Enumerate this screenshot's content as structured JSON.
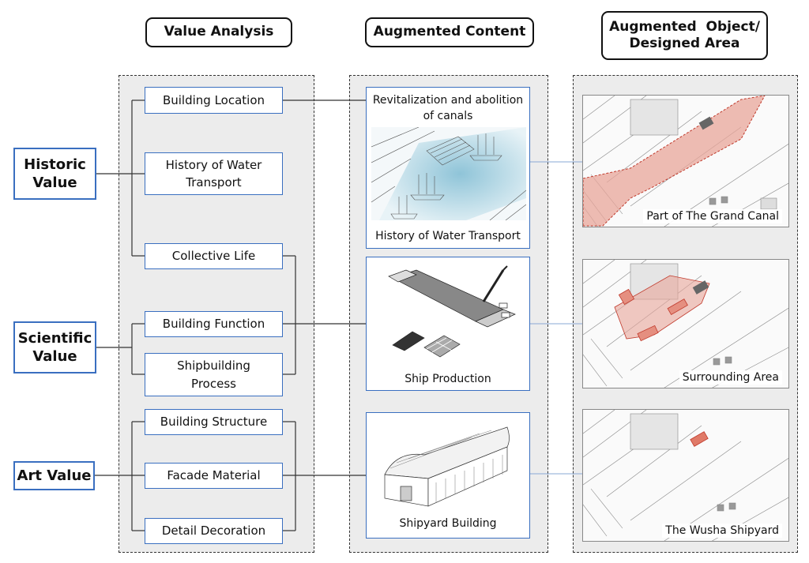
{
  "headers": {
    "value_analysis": "Value Analysis",
    "augmented_content": "Augmented Content",
    "augmented_object_line1": "Augmented  Object/",
    "augmented_object_line2": "Designed Area"
  },
  "values": {
    "historic_line1": "Historic",
    "historic_line2": "Value",
    "scientific_line1": "Scientific",
    "scientific_line2": "Value",
    "art": "Art Value"
  },
  "analysis_items": {
    "building_location": "Building Location",
    "water_transport_line1": "History of Water",
    "water_transport_line2": "Transport",
    "collective_life": "Collective Life",
    "building_function": "Building Function",
    "shipbuilding_line1": "Shipbuilding",
    "shipbuilding_line2": "Process",
    "building_structure": "Building Structure",
    "facade_material": "Facade Material",
    "detail_decoration": "Detail Decoration"
  },
  "content_cards": {
    "card1_top_line1": "Revitalization and abolition",
    "card1_top_line2": "of canals",
    "card1_bottom": "History of Water Transport",
    "card2_caption": "Ship Production",
    "card3_caption": "Shipyard Building"
  },
  "object_maps": {
    "map1_caption": "Part of The Grand Canal",
    "map2_caption": "Surrounding Area",
    "map3_caption": "The Wusha Shipyard"
  },
  "colors": {
    "box_border": "#3a6fc0",
    "highlight": "#e8a59a",
    "highlight_stroke": "#c0392b",
    "water": "#a9d3e3"
  }
}
